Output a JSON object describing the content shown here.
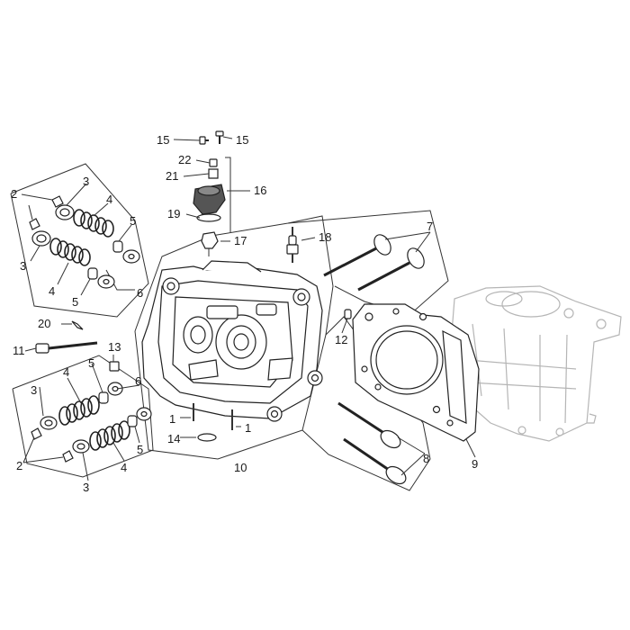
{
  "callouts": {
    "c1a": "1",
    "c1b": "1",
    "c2a": "2",
    "c2b": "2",
    "c3a": "3",
    "c3b": "3",
    "c3c": "3",
    "c3d": "3",
    "c4a": "4",
    "c4b": "4",
    "c4c": "4",
    "c4d": "4",
    "c5a": "5",
    "c5b": "5",
    "c5c": "5",
    "c5d": "5",
    "c6a": "6",
    "c6b": "6",
    "c7": "7",
    "c8": "8",
    "c9": "9",
    "c10": "10",
    "c11": "11",
    "c12": "12",
    "c13": "13",
    "c14": "14",
    "c15a": "15",
    "c15b": "15",
    "c16": "16",
    "c17": "17",
    "c18": "18",
    "c19": "19",
    "c20": "20",
    "c21": "21",
    "c22": "22"
  }
}
